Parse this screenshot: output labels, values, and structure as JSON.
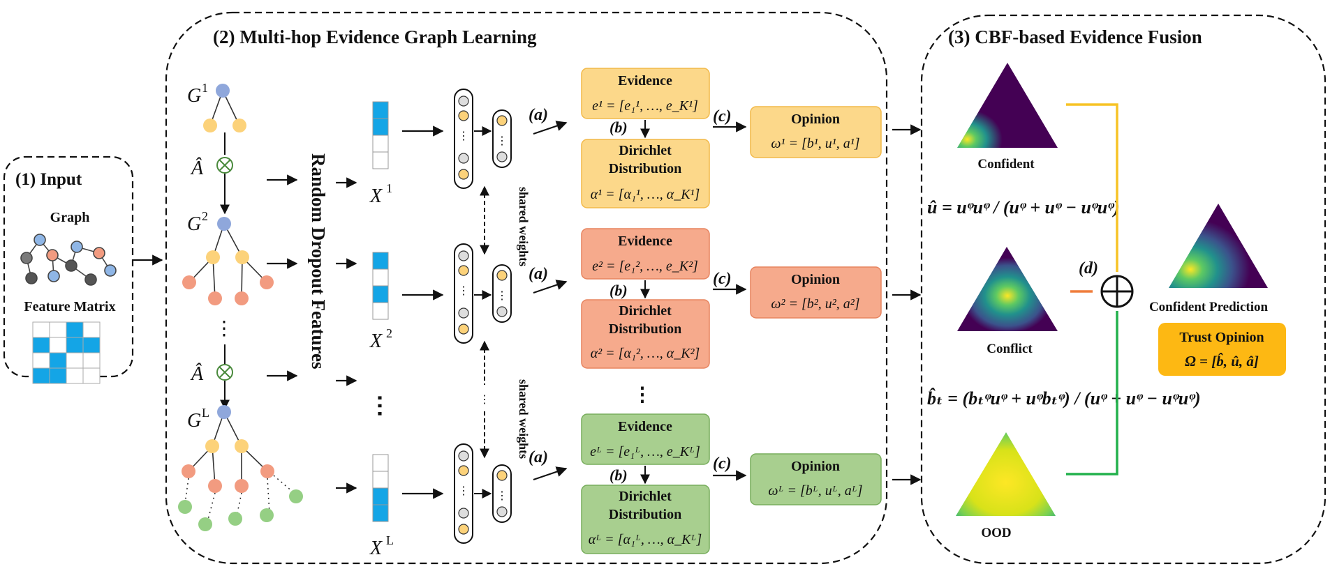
{
  "sections": {
    "input": {
      "title": "(1) Input",
      "graph_label": "Graph",
      "feature_label": "Feature Matrix"
    },
    "multihop": {
      "title": "(2) Multi-hop Evidence Graph Learning",
      "graph_labels": [
        "G",
        "G",
        "G"
      ],
      "graph_sup": [
        "1",
        "2",
        "L"
      ],
      "a_hat": "Â",
      "dropout_label": "Random Dropout Features",
      "x_labels": [
        "X",
        "X",
        "X"
      ],
      "x_sup": [
        "1",
        "2",
        "L"
      ],
      "shared_weights": "shared weights",
      "step_a": "(a)",
      "step_b": "(b)",
      "step_c": "(c)",
      "evidence_title": "Evidence",
      "dirichlet_title_1": "Dirichlet",
      "dirichlet_title_2": "Distribution",
      "opinion_title": "Opinion",
      "evidence_formulas": [
        "e¹ = [e₁¹, …, e_K¹]",
        "e² = [e₁², …, e_K²]",
        "eᴸ = [e₁ᴸ, …, e_Kᴸ]"
      ],
      "dirichlet_formulas": [
        "α¹ = [α₁¹, …, α_K¹]",
        "α² = [α₁², …, α_K²]",
        "αᴸ = [α₁ᴸ, …, α_Kᴸ]"
      ],
      "opinion_formulas": [
        "ω¹ = [b¹, u¹, a¹]",
        "ω² = [b², u², a²]",
        "ωᴸ = [bᴸ, uᴸ, aᴸ]"
      ],
      "ellipsis_v": "⋮",
      "ellipsis_h": "⋯"
    },
    "fusion": {
      "title": "(3) CBF-based Evidence Fusion",
      "triangle_labels": [
        "Confident",
        "Conflict",
        "OOD"
      ],
      "u_formula": "û = uᵠuᵠ / (uᵠ + uᵠ − uᵠuᵠ)",
      "b_formula": "b̂ₜ = (bₜᵠuᵠ + uᵠbₜᵠ) / (uᵠ + uᵠ − uᵠuᵠ)",
      "step_d": "(d)",
      "confident_prediction": "Confident Prediction",
      "trust_title": "Trust Opinion",
      "trust_formula": "Ω = [b̂, û, â]"
    }
  },
  "colors": {
    "orange_box": "#fcd88a",
    "orange_border": "#f2b949",
    "red_box": "#f6aa8c",
    "red_border": "#e7845f",
    "green_box": "#a8cf8f",
    "green_border": "#78ad5d",
    "node_blue": "#8fa7db",
    "node_yellow": "#fcd27a",
    "node_red": "#f29b80",
    "node_green": "#95cf84",
    "feature_blue": "#14a5e6",
    "viridis_dark": "#440154",
    "viridis_yellow": "#fde725",
    "trust_box": "#fdb813",
    "line_yellow": "#f7c325",
    "line_orange": "#ef7d3c",
    "line_green": "#22b14c"
  }
}
